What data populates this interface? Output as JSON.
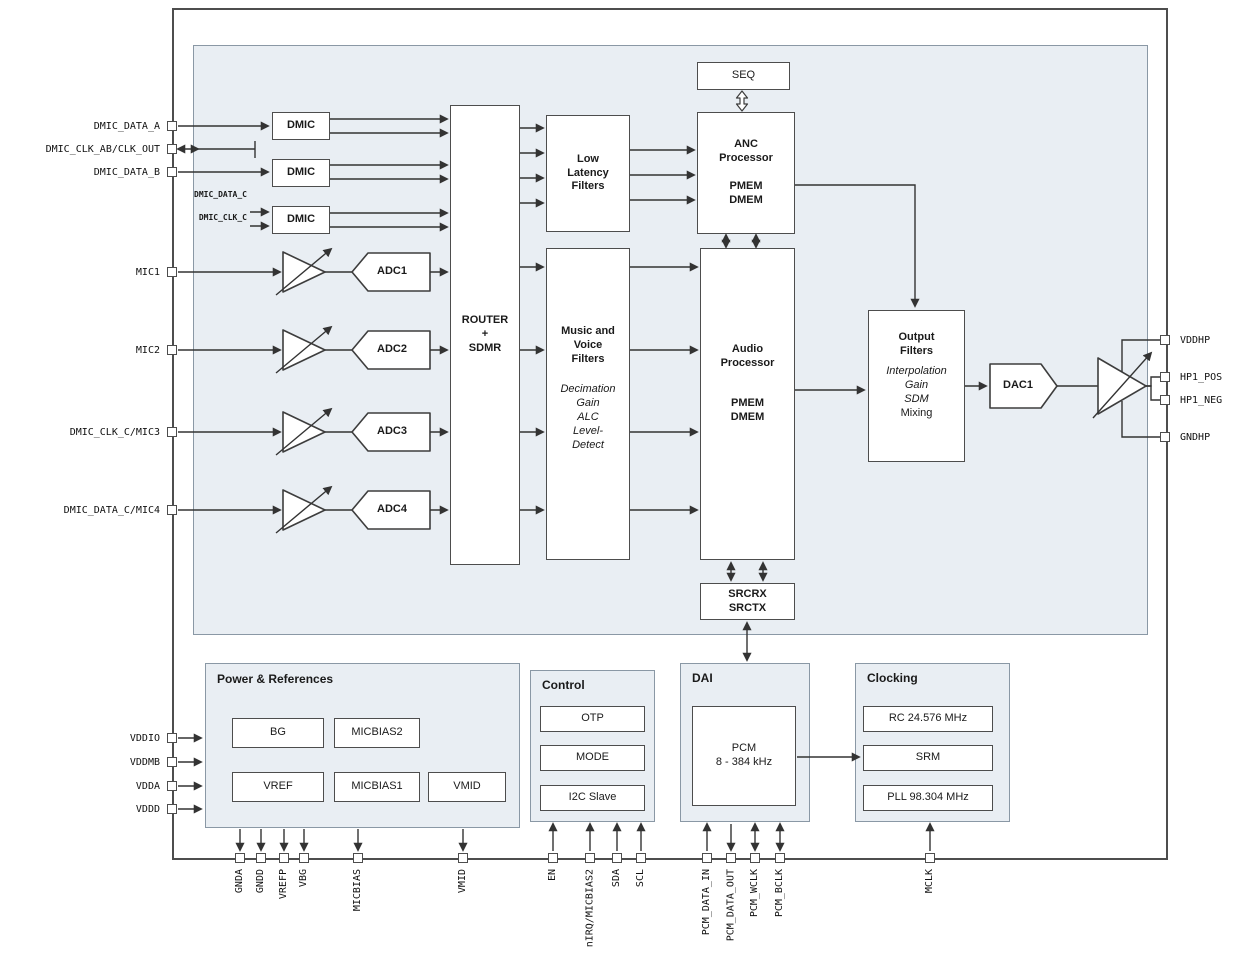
{
  "blocks": {
    "seq": "SEQ",
    "dmic": "DMIC",
    "router": "ROUTER\n+\nSDMR",
    "low_latency": "Low\nLatency\nFilters",
    "music_voice_title": "Music and\nVoice\nFilters",
    "music_voice_detail": "Decimation\nGain\nALC\nLevel-\nDetect",
    "anc_title": "ANC\nProcessor",
    "anc_mem": "PMEM\nDMEM",
    "audio_title": "Audio\nProcessor",
    "audio_mem": "PMEM\nDMEM",
    "output_title": "Output\nFilters",
    "output_detail": "Interpolation\nGain\nSDM",
    "output_mixing": "Mixing",
    "dac1": "DAC1",
    "src": "SRCRX\nSRCTX",
    "adc": [
      "ADC1",
      "ADC2",
      "ADC3",
      "ADC4"
    ]
  },
  "inner_labels": {
    "dmic_data_c": "DMIC_DATA_C",
    "dmic_clk_c": "DMIC_CLK_C"
  },
  "power": {
    "title": "Power & References",
    "bg": "BG",
    "micbias2": "MICBIAS2",
    "vref": "VREF",
    "micbias1": "MICBIAS1",
    "vmid": "VMID"
  },
  "control": {
    "title": "Control",
    "otp": "OTP",
    "mode": "MODE",
    "i2c": "I2C Slave"
  },
  "dai": {
    "title": "DAI",
    "pcm": "PCM\n8 - 384 kHz"
  },
  "clocking": {
    "title": "Clocking",
    "rc": "RC 24.576 MHz",
    "srm": "SRM",
    "pll": "PLL 98.304 MHz"
  },
  "pins": {
    "left": [
      "DMIC_DATA_A",
      "DMIC_CLK_AB/CLK_OUT",
      "DMIC_DATA_B",
      "MIC1",
      "MIC2",
      "DMIC_CLK_C/MIC3",
      "DMIC_DATA_C/MIC4",
      "VDDIO",
      "VDDMB",
      "VDDA",
      "VDDD"
    ],
    "right": [
      "VDDHP",
      "HP1_POS",
      "HP1_NEG",
      "GNDHP"
    ],
    "bottom": [
      "GNDA",
      "GNDD",
      "VREFP",
      "VBG",
      "MICBIAS",
      "VMID",
      "EN",
      "nIRQ/MICBIAS2",
      "SDA",
      "SCL",
      "PCM_DATA_IN",
      "PCM_DATA_OUT",
      "PCM_WCLK",
      "PCM_BCLK",
      "MCLK"
    ]
  },
  "colors": {
    "region_fill": "#e9eef3",
    "wire": "#333333",
    "block_border": "#4d4d4d"
  }
}
